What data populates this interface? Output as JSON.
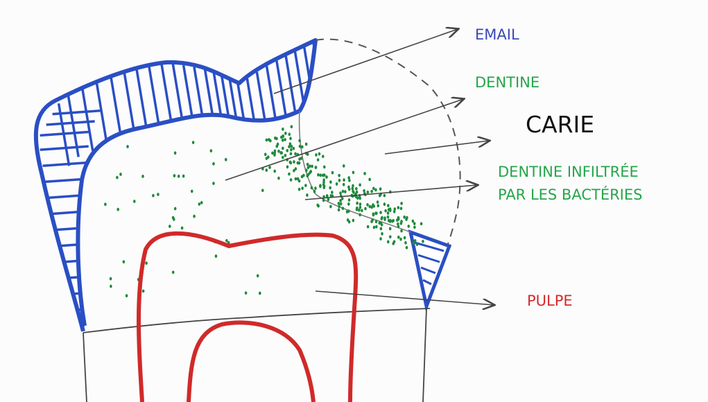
{
  "labels": {
    "email": "EMAIL",
    "dentine": "DENTINE",
    "carie": "CARIE",
    "dentine_infiltree_line1": "DENTINE INFILTRÉE",
    "dentine_infiltree_line2": "PAR LES BACTÉRIES",
    "pulpe": "PULPE"
  },
  "colors": {
    "email": "#2a4fc4",
    "dentine": "#1f8a3c",
    "pulpe": "#d02a2a",
    "outline": "#333333"
  }
}
